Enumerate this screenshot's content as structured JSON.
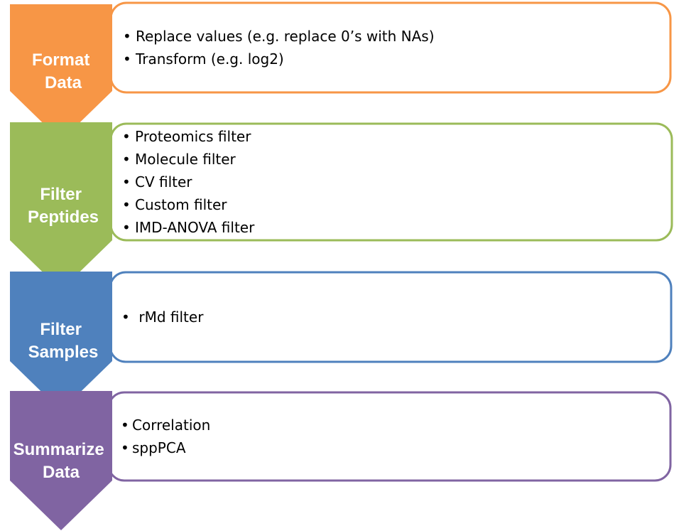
{
  "steps": [
    {
      "label_lines": [
        "Format",
        "Data"
      ],
      "color": "#F79646",
      "items": [
        "Replace values (e.g. replace 0’s with NAs)",
        "Transform (e.g. log2)"
      ]
    },
    {
      "label_lines": [
        "Filter",
        "Peptides"
      ],
      "color": "#9BBB59",
      "items": [
        "Proteomics filter",
        "Molecule filter",
        "CV filter",
        "Custom filter",
        "IMD-ANOVA filter"
      ]
    },
    {
      "label_lines": [
        "Filter",
        "Samples"
      ],
      "color": "#4F81BD",
      "items": [
        " rMd filter"
      ]
    },
    {
      "label_lines": [
        "Summarize",
        "Data"
      ],
      "color": "#8064A2",
      "items": [
        "Correlation",
        "sppPCA"
      ]
    }
  ],
  "bullet_glyph": "•"
}
